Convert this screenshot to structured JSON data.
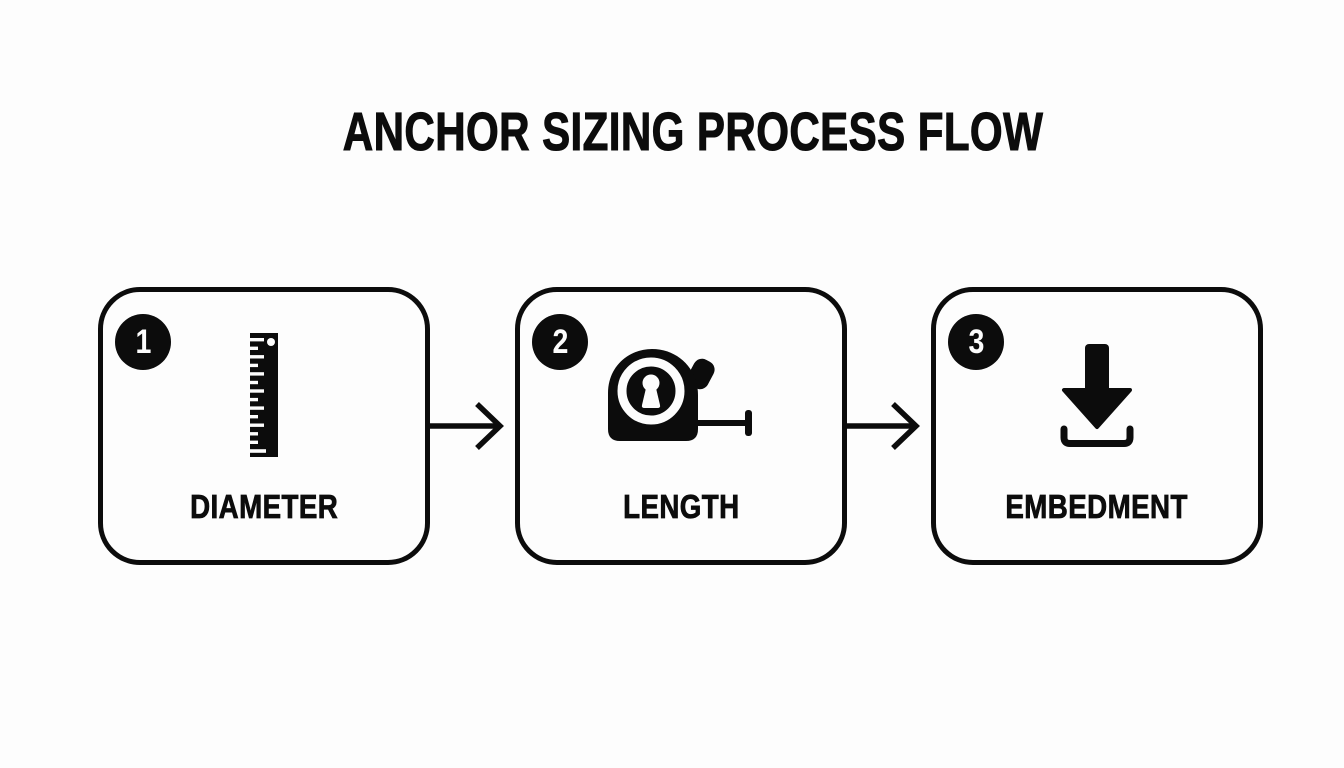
{
  "title": "ANCHOR SIZING PROCESS FLOW",
  "colors": {
    "ink": "#0c0c0c",
    "background": "#fdfdfd"
  },
  "steps": [
    {
      "number": "1",
      "label": "DIAMETER",
      "icon": "ruler-icon"
    },
    {
      "number": "2",
      "label": "LENGTH",
      "icon": "tape-measure-icon"
    },
    {
      "number": "3",
      "label": "EMBEDMENT",
      "icon": "embedment-arrow-icon"
    }
  ],
  "connectors": [
    {
      "type": "arrow-right"
    },
    {
      "type": "arrow-right"
    }
  ]
}
